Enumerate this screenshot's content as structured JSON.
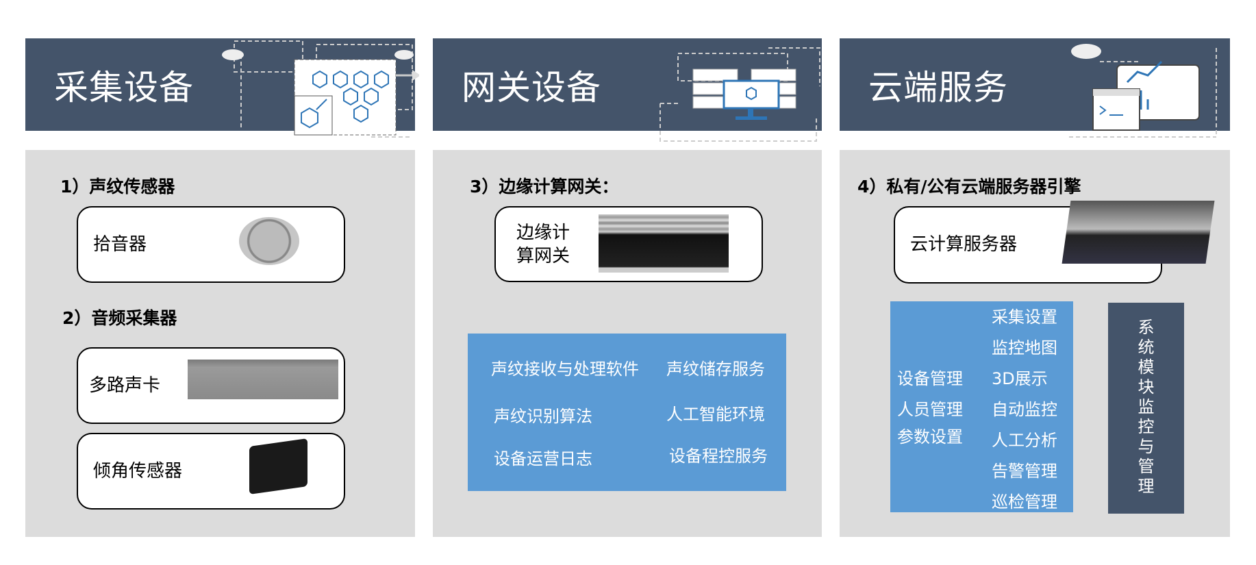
{
  "panels": [
    {
      "title": "采集设备",
      "sections": [
        "1）声纹传感器",
        "2）音频采集器"
      ],
      "cards": [
        "拾音器",
        "多路声卡",
        "倾角传感器"
      ]
    },
    {
      "title": "网关设备",
      "sections": [
        "3）边缘计算网关："
      ],
      "cards": [
        "边缘计\n算网关"
      ],
      "card_lines": [
        "边缘计",
        "算网关"
      ],
      "features": [
        "声纹接收与处理软件",
        "声纹储存服务",
        "声纹识别算法",
        "人工智能环境",
        "设备运营日志",
        "设备程控服务"
      ]
    },
    {
      "title": "云端服务",
      "sections": [
        "4）私有/公有云端服务器引擎"
      ],
      "cards": [
        "云计算服务器"
      ],
      "left_modules": [
        "设备管理",
        "人员管理",
        "参数设置"
      ],
      "right_modules": [
        "采集设置",
        "监控地图",
        "3D展示",
        "自动监控",
        "人工分析",
        "告警管理",
        "巡检管理"
      ],
      "system_label": "系统模块监控与管理"
    }
  ],
  "colors": {
    "header": "#44546a",
    "body": "#dcdcdc",
    "accent": "#5b9bd5"
  }
}
